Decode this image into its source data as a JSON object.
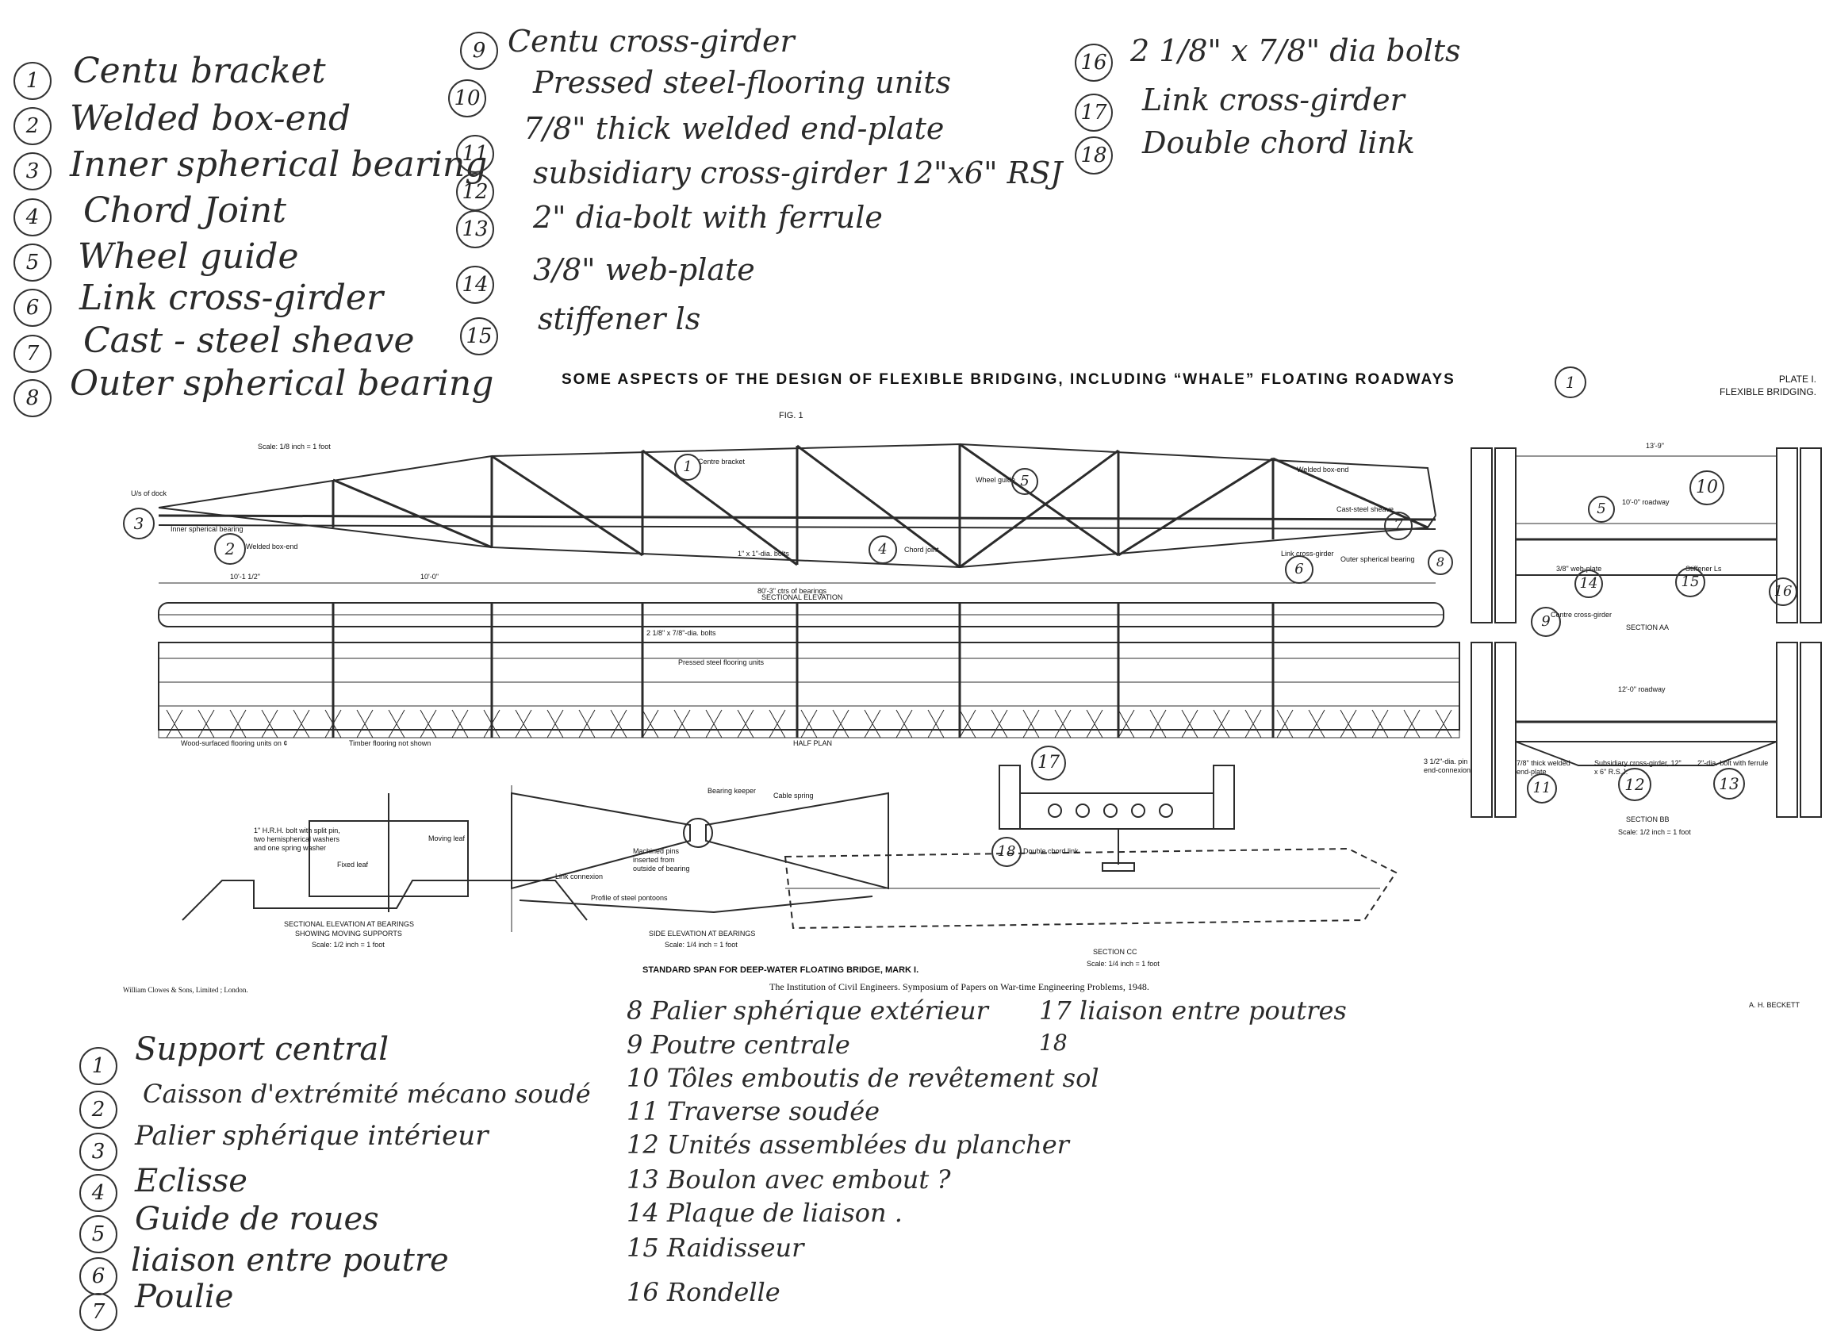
{
  "english_legend": [
    {
      "num": "1",
      "text": "Centu bracket"
    },
    {
      "num": "2",
      "text": "Welded box-end"
    },
    {
      "num": "3",
      "text": "Inner spherical bearing"
    },
    {
      "num": "4",
      "text": "Chord Joint"
    },
    {
      "num": "5",
      "text": "Wheel guide"
    },
    {
      "num": "6",
      "text": "Link cross-girder"
    },
    {
      "num": "7",
      "text": "Cast - steel sheave"
    },
    {
      "num": "8",
      "text": "Outer spherical bearing"
    },
    {
      "num": "9",
      "text": "Centu cross-girder"
    },
    {
      "num": "10",
      "text": "Pressed steel-flooring units"
    },
    {
      "num": "11",
      "text": "7/8\" thick welded end-plate"
    },
    {
      "num": "12",
      "text": "subsidiary cross-girder 12\"x6\" RSJ"
    },
    {
      "num": "13",
      "text": "2\" dia-bolt with ferrule"
    },
    {
      "num": "14",
      "text": "3/8\" web-plate"
    },
    {
      "num": "15",
      "text": "stiffener ls"
    },
    {
      "num": "16",
      "text": "2 1/8\" x 7/8\" dia bolts"
    },
    {
      "num": "17",
      "text": "Link cross-girder"
    },
    {
      "num": "18",
      "text": "Double chord link"
    }
  ],
  "french_legend": [
    {
      "num": "1",
      "text": "Support central"
    },
    {
      "num": "2",
      "text": "Caisson d'extrémité mécano soudé"
    },
    {
      "num": "3",
      "text": "Palier sphérique intérieur"
    },
    {
      "num": "4",
      "text": "Eclisse"
    },
    {
      "num": "5",
      "text": "Guide de roues"
    },
    {
      "num": "6",
      "text": "liaison entre poutre"
    },
    {
      "num": "7",
      "text": "Poulie"
    },
    {
      "num": "8",
      "text": "8 Palier sphérique extérieur"
    },
    {
      "num": "9",
      "text": "9 Poutre centrale"
    },
    {
      "num": "10",
      "text": "10 Tôles emboutis de revêtement sol"
    },
    {
      "num": "11",
      "text": "11 Traverse soudée"
    },
    {
      "num": "12",
      "text": "12 Unités assemblées du plancher"
    },
    {
      "num": "13",
      "text": "13 Boulon avec embout ?"
    },
    {
      "num": "14",
      "text": "14 Plaque de liaison ."
    },
    {
      "num": "15",
      "text": "15 Raidisseur"
    },
    {
      "num": "16",
      "text": "16 Rondelle"
    },
    {
      "num": "17",
      "text": "17 liaison entre poutres"
    },
    {
      "num": "18",
      "text": "18"
    }
  ],
  "plate": {
    "title": "SOME ASPECTS OF THE DESIGN OF FLEXIBLE BRIDGING, INCLUDING “WHALE” FLOATING ROADWAYS",
    "plate_no": "PLATE I.",
    "plate_sub": "FLEXIBLE BRIDGING.",
    "fig": "FIG. 1",
    "scale_main": "Scale: 1/8 inch = 1 foot",
    "sectional_elevation": "SECTIONAL ELEVATION",
    "span_note": "80'-3\" ctrs of bearings",
    "half_plan": "HALF PLAN",
    "std_span": "STANDARD SPAN FOR DEEP-WATER FLOATING BRIDGE, MARK I.",
    "institution": "The Institution of Civil Engineers.   Symposium of Papers on War-time Engineering Problems, 1948.",
    "printer": "William Clowes & Sons, Limited ; London.",
    "author": "A. H. BECKETT",
    "section_aa": "SECTION AA",
    "section_bb": "SECTION BB",
    "section_cc": "SECTION CC",
    "scale_bb": "Scale: 1/2 inch = 1 foot",
    "scale_cc": "Scale: 1/4 inch = 1 foot",
    "sec_bearings": "SECTIONAL ELEVATION AT BEARINGS",
    "sec_bearings2": "SHOWING MOVING SUPPORTS",
    "side_elev": "SIDE ELEVATION AT BEARINGS",
    "scale_side": "Scale: 1/4 inch = 1 foot"
  },
  "labels": {
    "centre_bracket": "Centre bracket",
    "wheel_guide": "Wheel guide",
    "welded_box_end": "Welded box-end",
    "cast_steel_sheave": "Cast-steel sheave",
    "inner_bearing": "Inner spherical bearing",
    "welded_box_end2": "Welded box-end",
    "chord_joint": "Chord joint",
    "link_cross_girder": "Link cross-girder",
    "outer_bearing": "Outer spherical bearing",
    "bolts": "1\" x 1\"-dia. bolts",
    "bolts2": "2 1/8\" x 7/8\"-dia. bolts",
    "pressed_flooring": "Pressed steel flooring units",
    "wood_flooring": "Wood-surfaced flooring units on ¢",
    "timber_flooring": "Timber flooring not shown",
    "uis_dock": "U/s of dock",
    "roadway": "10'-0\" roadway",
    "roadway2": "12'-0\" roadway",
    "web_plate": "3/8\" web-plate",
    "stiffener": "Stiffener Ls",
    "centre_cross_girder": "Centre cross-girder",
    "bearing_keeper": "Bearing keeper",
    "cable_spring": "Cable spring",
    "link_connexion": "Link connexion",
    "profile_pontoon": "Profile of steel pontoons",
    "moving_leaf": "Moving leaf",
    "fixed_leaf": "Fixed leaf",
    "double_chord_link": "Double chord link",
    "hrh_bolt": "1\" H.R.H. bolt with split pin, two hemispherical washers and one spring washer",
    "machined_pins": "Machined pins inserted from outside of bearing",
    "end_plate": "7/8\" thick welded end-plate",
    "subsidiary": "Subsidiary cross-girder, 12\" x 6\" R.S.J.",
    "bolt_ferrule": "2\"-dia. bolt with ferrule",
    "pin_end": "3 1/2\"-dia. pin end-connexion",
    "dim_13_9": "13'-9\"",
    "dim_10_0": "10'-0\"",
    "dim_10_1": "10'-1 1/2\""
  }
}
